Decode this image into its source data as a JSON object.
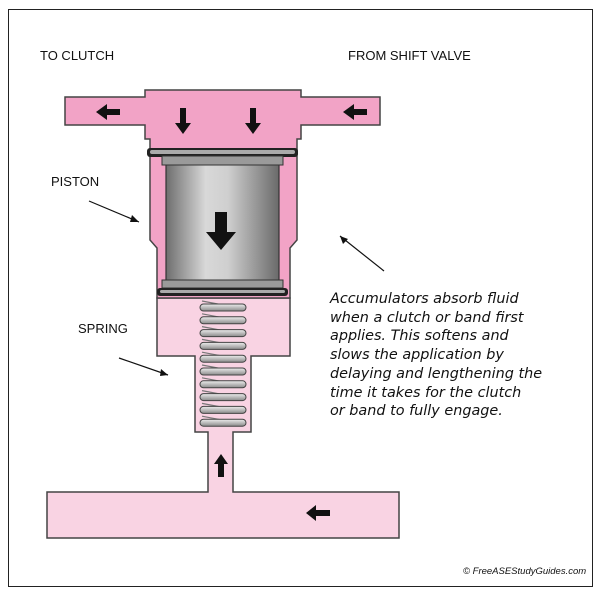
{
  "labels": {
    "to_clutch": "TO CLUTCH",
    "from_shift_valve": "FROM SHIFT VALVE",
    "piston": "PISTON",
    "spring": "SPRING"
  },
  "description_lines": [
    "Accumulators absorb fluid",
    "when a clutch or band first",
    "applies. This softens and",
    "slows the application by",
    "delaying and lengthening the",
    "time it takes for the clutch",
    "or band to fully engage."
  ],
  "copyright": "© FreeASEStudyGuides.com",
  "colors": {
    "upper_housing": "#f2a3c6",
    "lower_housing": "#f9d3e3",
    "outline": "#444444",
    "piston_light": "#d4d4d4",
    "piston_dark": "#707070",
    "arrow": "#111111"
  },
  "icons": {
    "flow_arrow": "arrow-icon",
    "pointer": "pointer-line"
  }
}
